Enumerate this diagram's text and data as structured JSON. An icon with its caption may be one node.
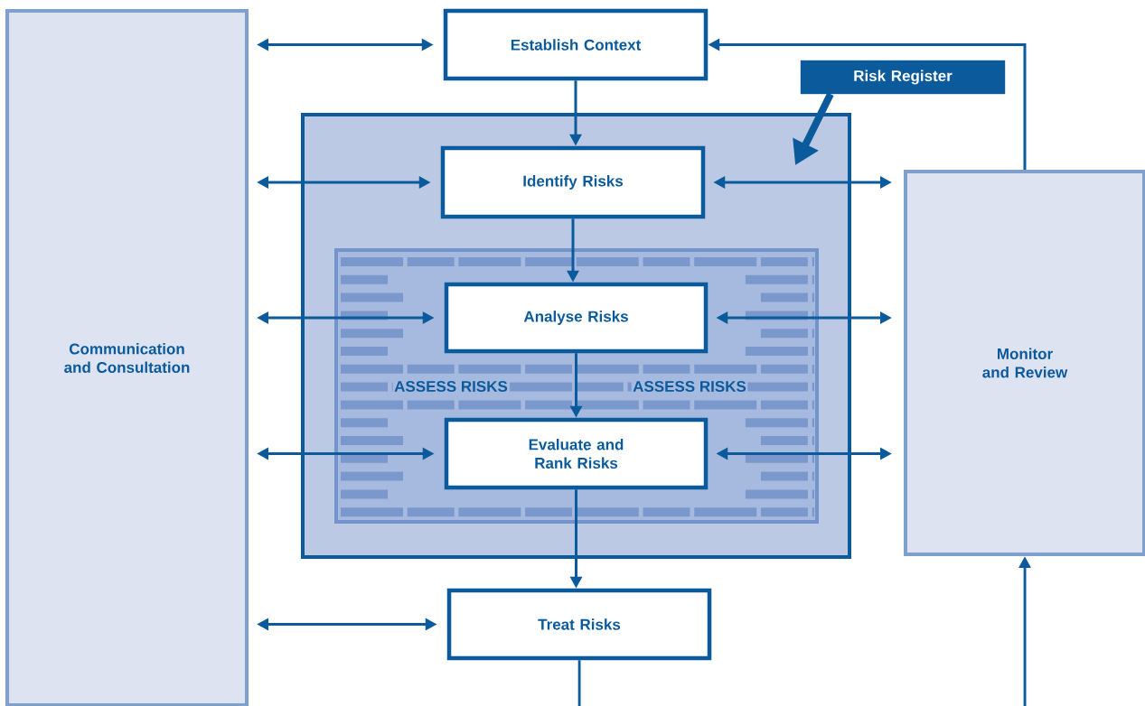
{
  "diagram": {
    "nodes": [
      {
        "text": [
          "Communication and Consultation"
        ]
      },
      {
        "text": [
          "Establish Context"
        ]
      },
      {
        "text": [],
        "shape": "box"
      },
      {
        "text": [
          "Risk Register"
        ]
      },
      {
        "text": [
          "Identify Risks"
        ],
        "in": 2
      },
      {
        "text": [
          "ASSESS RISKS",
          "ASSESS RISKS"
        ],
        "in": 2
      },
      {
        "text": [
          "Analyse Risks"
        ],
        "in": 5
      },
      {
        "text": [
          "Evaluate and Rank Risks"
        ],
        "in": 5
      },
      {
        "text": [
          "Monitor and Review"
        ]
      },
      {
        "text": [
          "Treat Risks"
        ]
      }
    ],
    "edges": [
      {
        "from": 0,
        "to": 1,
        "arrow": "both"
      },
      {
        "from": 0,
        "to": 4,
        "arrow": "both"
      },
      {
        "from": 0,
        "to": 6,
        "arrow": "both"
      },
      {
        "from": 0,
        "to": 7,
        "arrow": "both"
      },
      {
        "from": 0,
        "to": 9,
        "arrow": "both"
      },
      {
        "from": 1,
        "to": 4,
        "arrow": "to"
      },
      {
        "from": 4,
        "to": 6,
        "arrow": "to"
      },
      {
        "from": 6,
        "to": 7,
        "arrow": "to"
      },
      {
        "from": 7,
        "to": 9,
        "arrow": "to"
      },
      {
        "from": 4,
        "to": 8,
        "arrow": "both"
      },
      {
        "from": 6,
        "to": 8,
        "arrow": "both"
      },
      {
        "from": 7,
        "to": 8,
        "arrow": "both"
      },
      {
        "from": 8,
        "to": 1,
        "arrow": "to"
      },
      {
        "from": 3,
        "to": 2,
        "arrow": "to",
        "style": "thick"
      },
      {
        "from": 9,
        "to": null,
        "arrow": "none"
      },
      {
        "from": null,
        "to": 8,
        "arrow": "to"
      }
    ]
  }
}
